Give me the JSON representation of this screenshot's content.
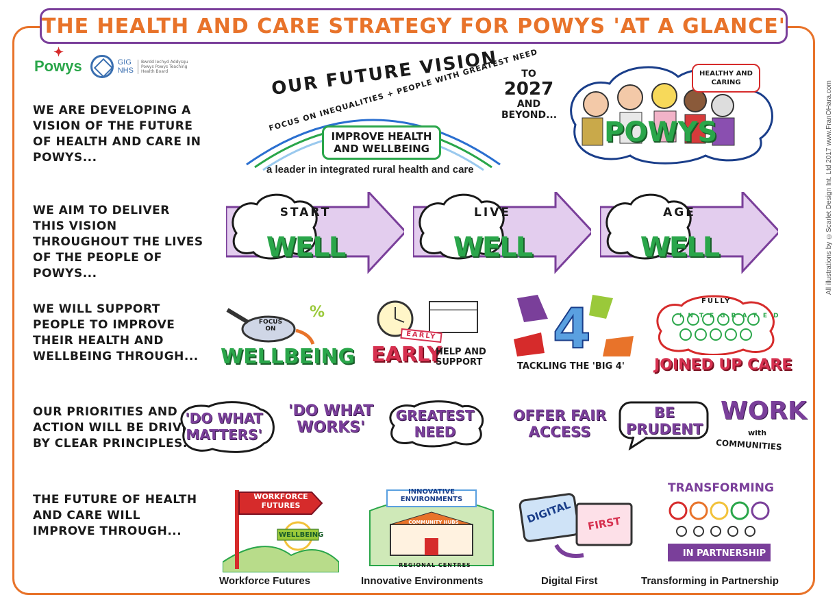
{
  "title": "THE HEALTH AND CARE STRATEGY FOR POWYS 'AT A GLANCE'",
  "credit": "All illustrations by ©Scarlet Design Int. Ltd 2017 www.FranOHara.com",
  "logos": {
    "powys": "Powys",
    "nhs_top": "GIG",
    "nhs_bottom": "NHS",
    "nhs_small": "Bwrdd Iechyd Addysgu Powys Powys Teaching Health Board"
  },
  "rows": {
    "vision_label": "WE ARE DEVELOPING A VISION OF THE FUTURE OF HEALTH AND CARE IN POWYS...",
    "lives_label": "WE AIM TO DELIVER THIS VISION THROUGHOUT THE LIVES OF THE PEOPLE OF POWYS...",
    "support_label": "WE WILL SUPPORT PEOPLE TO IMPROVE THEIR HEALTH AND WELLBEING THROUGH...",
    "principles_label": "OUR PRIORITIES AND ACTION WILL BE DRIVEN BY CLEAR PRINCIPLES...",
    "future_label": "THE FUTURE OF HEALTH AND CARE WILL IMPROVE THROUGH..."
  },
  "vision": {
    "title": "OUR FUTURE VISION",
    "focus": "FOCUS ON INEQUALITIES + PEOPLE WITH GREATEST NEED",
    "improve": "IMPROVE HEALTH AND WELLBEING",
    "leader": "a leader in integrated rural health and care",
    "to": "TO",
    "year": "2027",
    "beyond": "AND BEYOND...",
    "healthy": "HEALTHY AND CARING",
    "powys": "POWYS"
  },
  "stages": [
    {
      "top": "START",
      "main": "WELL"
    },
    {
      "top": "LIVE",
      "main": "WELL"
    },
    {
      "top": "AGE",
      "main": "WELL"
    }
  ],
  "support": {
    "focus_on": "FOCUS ON",
    "wellbeing": "WELLBEING",
    "early_tag": "EARLY",
    "early": "EARLY",
    "help": "HELP AND SUPPORT",
    "big4": "TACKLING THE 'BIG 4'",
    "fully": "FULLY",
    "integrated": "INTEGRATED",
    "joined": "JOINED UP CARE"
  },
  "principles": {
    "matters": "'DO WHAT MATTERS'",
    "works": "'DO WHAT WORKS'",
    "need": "GREATEST NEED",
    "access": "OFFER FAIR ACCESS",
    "prudent": "BE PRUDENT",
    "work": "WORK",
    "with": "with",
    "communities": "COMMUNITIES"
  },
  "future": {
    "workforce_sign": "WORKFORCE FUTURES",
    "wellbeing_sign": "WELLBEING",
    "innov_banner": "INNOVATIVE ENVIRONMENTS",
    "community_hubs": "COMMUNITY HUBS",
    "regional": "REGIONAL CENTRES",
    "digital": "DIGITAL",
    "first": "FIRST",
    "transforming": "TRANSFORMING",
    "partnership": "IN PARTNERSHIP",
    "cap_workforce": "Workforce Futures",
    "cap_innov": "Innovative Environments",
    "cap_digital": "Digital First",
    "cap_transform": "Transforming in Partnership"
  },
  "colors": {
    "orange": "#e8732a",
    "purple": "#7a3f9a",
    "green": "#2aa64a",
    "red": "#d6304f",
    "arrow_fill": "#e3cdee"
  }
}
